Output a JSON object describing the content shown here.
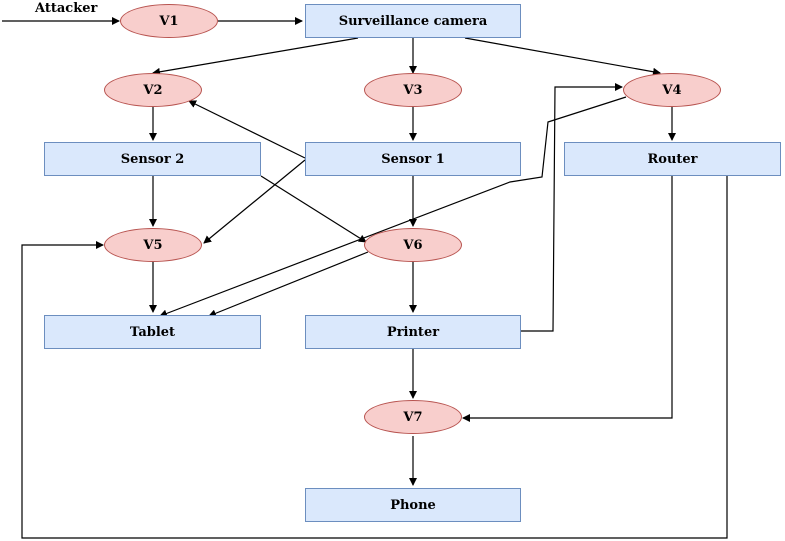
{
  "source_label": "Attacker",
  "vulnerabilities": {
    "v1": "V1",
    "v2": "V2",
    "v3": "V3",
    "v4": "V4",
    "v5": "V5",
    "v6": "V6",
    "v7": "V7"
  },
  "devices": {
    "camera": "Surveillance camera",
    "sensor2": "Sensor 2",
    "sensor1": "Sensor 1",
    "router": "Router",
    "tablet": "Tablet",
    "printer": "Printer",
    "phone": "Phone"
  },
  "colors": {
    "device_fill": "#dae8fc",
    "device_stroke": "#6c8ebf",
    "vuln_fill": "#f8cecc",
    "vuln_stroke": "#b85450",
    "edge": "#000000"
  }
}
